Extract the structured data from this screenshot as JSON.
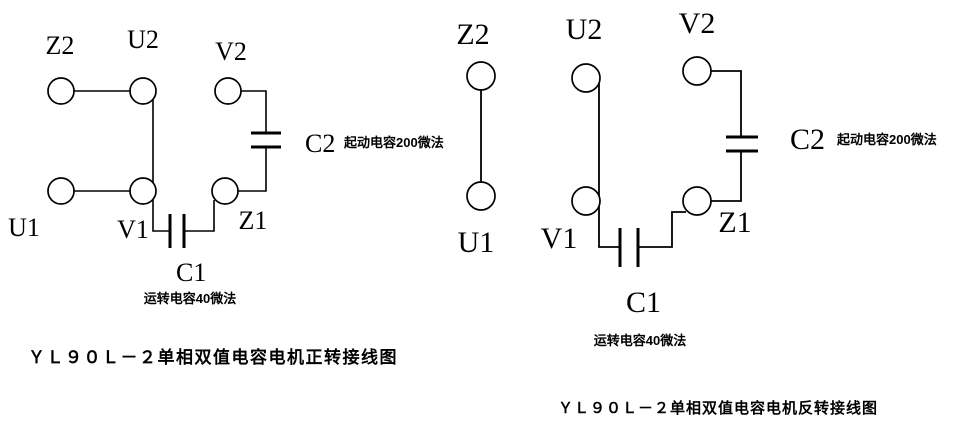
{
  "colors": {
    "ink": "#000000",
    "background": "#ffffff"
  },
  "forward": {
    "terminals": {
      "z2": "Z2",
      "u2": "U2",
      "v2": "V2",
      "u1": "U1",
      "v1": "V1",
      "z1": "Z1"
    },
    "start_capacitor": {
      "label": "C2",
      "desc": "起动电容200微法"
    },
    "run_capacitor": {
      "label": "C1",
      "desc": "运转电容40微法"
    },
    "caption": "ＹＬ９０Ｌ－２单相双值电容电机正转接线图"
  },
  "reverse": {
    "terminals": {
      "z2": "Z2",
      "u2": "U2",
      "v2": "V2",
      "u1": "U1",
      "v1": "V1",
      "z1": "Z1"
    },
    "start_capacitor": {
      "label": "C2",
      "desc": "起动电容200微法"
    },
    "run_capacitor": {
      "label": "C1",
      "desc": "运转电容40微法"
    },
    "caption": "ＹＬ９０Ｌ－２单相双值电容电机反转接线图"
  }
}
